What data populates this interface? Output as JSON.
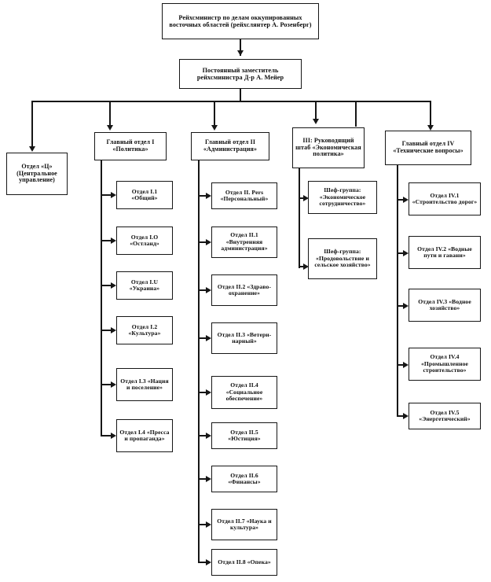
{
  "document": {
    "type": "organizational-chart",
    "language": "ru"
  },
  "root": {
    "label": "Рейхсминистр по делам оккупированных восточных областей (рейхслянтер А. Розенберг)"
  },
  "deputy": {
    "label": "Постоянный заместитель рейхсминистра Д-р А. Мейер"
  },
  "central": {
    "label": "Отдел «Ц» (Центральное управление)"
  },
  "departments": [
    {
      "id": "I",
      "header": "Главный отдел I «Политика»",
      "children": [
        {
          "label": "Отдел I.1 «Общий»"
        },
        {
          "label": "Отдел I.O «Остланд»"
        },
        {
          "label": "Отдел I.U «Украина»"
        },
        {
          "label": "Отдел I.2 «Культура»"
        },
        {
          "label": "Отдел I.3 «Нация и поселение»"
        },
        {
          "label": "Отдел I.4 «Пресса и пропаганда»"
        }
      ]
    },
    {
      "id": "II",
      "header": "Главный отдел II «Администрация»",
      "children": [
        {
          "label": "Отдел II. Pers «Персональный»"
        },
        {
          "label": "Отдел II.1 «Внутренняя администрация»"
        },
        {
          "label": "Отдел II.2 «Здраво-охранение»"
        },
        {
          "label": "Отдел II.3 «Ветери-нарный»"
        },
        {
          "label": "Отдел II.4 «Социальное обеспечение»"
        },
        {
          "label": "Отдел II.5 «Юстиция»"
        },
        {
          "label": "Отдел II.6 «Финансы»"
        },
        {
          "label": "Отдел II.7 «Наука и культура»"
        },
        {
          "label": "Отдел II.8 «Опека»"
        }
      ]
    },
    {
      "id": "III",
      "header": "III: Руководящий штаб «Экономическая политика»",
      "children": [
        {
          "label": "Шеф-группа: «Экономическое сотрудничество»"
        },
        {
          "label": "Шеф-группа: «Продовольствие и сельское хозяйство»"
        }
      ]
    },
    {
      "id": "IV",
      "header": "Главный отдел IV «Технические вопросы»",
      "children": [
        {
          "label": "Отдел IV.1 «Строительство дорог»"
        },
        {
          "label": "Отдел IV.2 «Водные пути и гавани»"
        },
        {
          "label": "Отдел IV.3 «Водное хозяйство»"
        },
        {
          "label": "Отдел IV.4 «Промышленное строительство»"
        },
        {
          "label": "Отдел IV.5 «Энергетический»"
        }
      ]
    }
  ],
  "colors": {
    "line": "#161616",
    "box_border": "#161616",
    "background": "#ffffff",
    "text": "#0d0d0d"
  }
}
